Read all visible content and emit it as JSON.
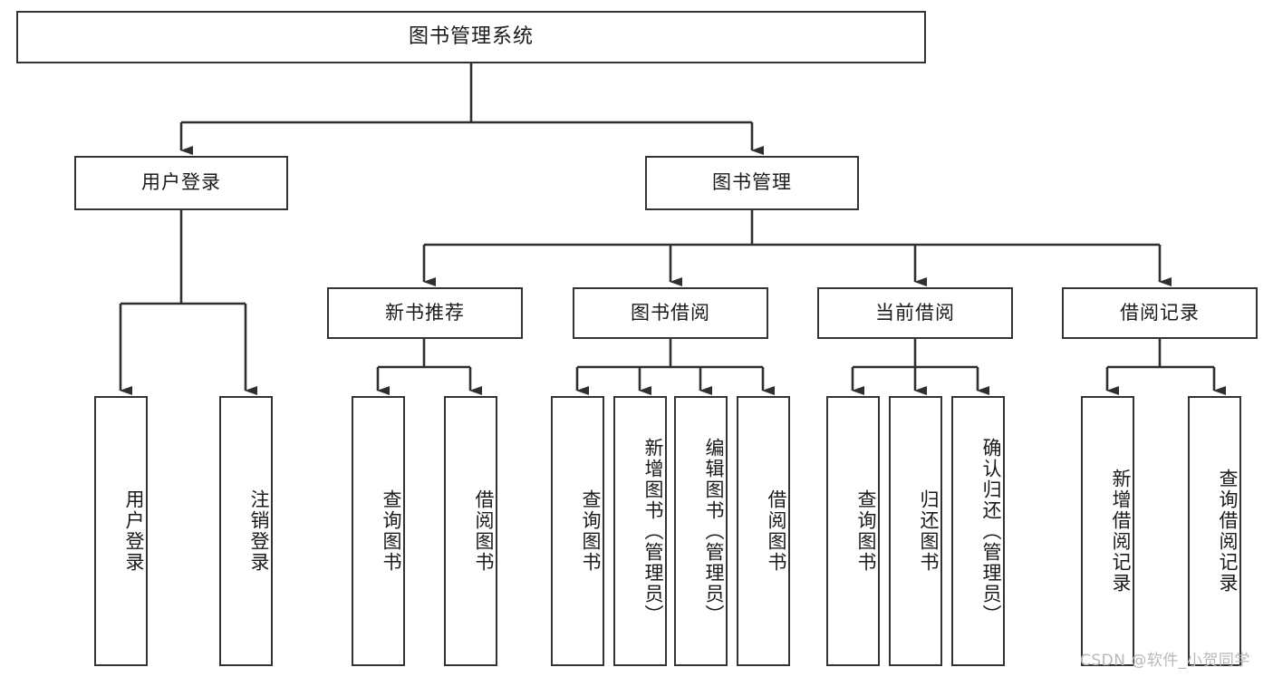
{
  "diagram": {
    "title": "图书管理系统",
    "type": "hierarchy-tree",
    "root": {
      "id": "root",
      "label": "图书管理系统",
      "orientation": "horizontal"
    },
    "level2": [
      {
        "id": "user-login",
        "label": "用户登录",
        "orientation": "horizontal"
      },
      {
        "id": "book-manage",
        "label": "图书管理",
        "orientation": "horizontal"
      }
    ],
    "level3": [
      {
        "id": "new-book-recommend",
        "label": "新书推荐",
        "orientation": "horizontal",
        "parent": "book-manage"
      },
      {
        "id": "book-borrow",
        "label": "图书借阅",
        "orientation": "horizontal",
        "parent": "book-manage"
      },
      {
        "id": "current-borrow",
        "label": "当前借阅",
        "orientation": "horizontal",
        "parent": "book-manage"
      },
      {
        "id": "borrow-record",
        "label": "借阅记录",
        "orientation": "horizontal",
        "parent": "book-manage"
      }
    ],
    "leaves": [
      {
        "id": "leaf-user-login",
        "label": "用户登录",
        "orientation": "vertical",
        "parent": "user-login"
      },
      {
        "id": "leaf-user-logout",
        "label": "注销登录",
        "orientation": "vertical",
        "parent": "user-login"
      },
      {
        "id": "leaf-query-book-1",
        "label": "查询图书",
        "orientation": "vertical",
        "parent": "new-book-recommend"
      },
      {
        "id": "leaf-borrow-book-1",
        "label": "借阅图书",
        "orientation": "vertical",
        "parent": "new-book-recommend"
      },
      {
        "id": "leaf-query-book-2",
        "label": "查询图书",
        "orientation": "vertical",
        "parent": "book-borrow"
      },
      {
        "id": "leaf-add-book",
        "label": "新增图书（管理员）",
        "orientation": "vertical",
        "parent": "book-borrow"
      },
      {
        "id": "leaf-edit-book",
        "label": "编辑图书（管理员）",
        "orientation": "vertical",
        "parent": "book-borrow"
      },
      {
        "id": "leaf-borrow-book-2",
        "label": "借阅图书",
        "orientation": "vertical",
        "parent": "book-borrow"
      },
      {
        "id": "leaf-query-book-3",
        "label": "查询图书",
        "orientation": "vertical",
        "parent": "current-borrow"
      },
      {
        "id": "leaf-return-book",
        "label": "归还图书",
        "orientation": "vertical",
        "parent": "current-borrow"
      },
      {
        "id": "leaf-confirm-return",
        "label": "确认归还（管理员）",
        "orientation": "vertical",
        "parent": "current-borrow"
      },
      {
        "id": "leaf-add-record",
        "label": "新增借阅记录",
        "orientation": "vertical",
        "parent": "borrow-record"
      },
      {
        "id": "leaf-query-record",
        "label": "查询借阅记录",
        "orientation": "vertical",
        "parent": "borrow-record"
      }
    ],
    "colors": {
      "box_border": "#333333",
      "box_fill": "#ffffff",
      "connector": "#2f2f2f",
      "text": "#1a1a1a",
      "watermark": "#b9b9b9"
    }
  },
  "watermark": {
    "text": "CSDN @软件_小贺同学"
  }
}
